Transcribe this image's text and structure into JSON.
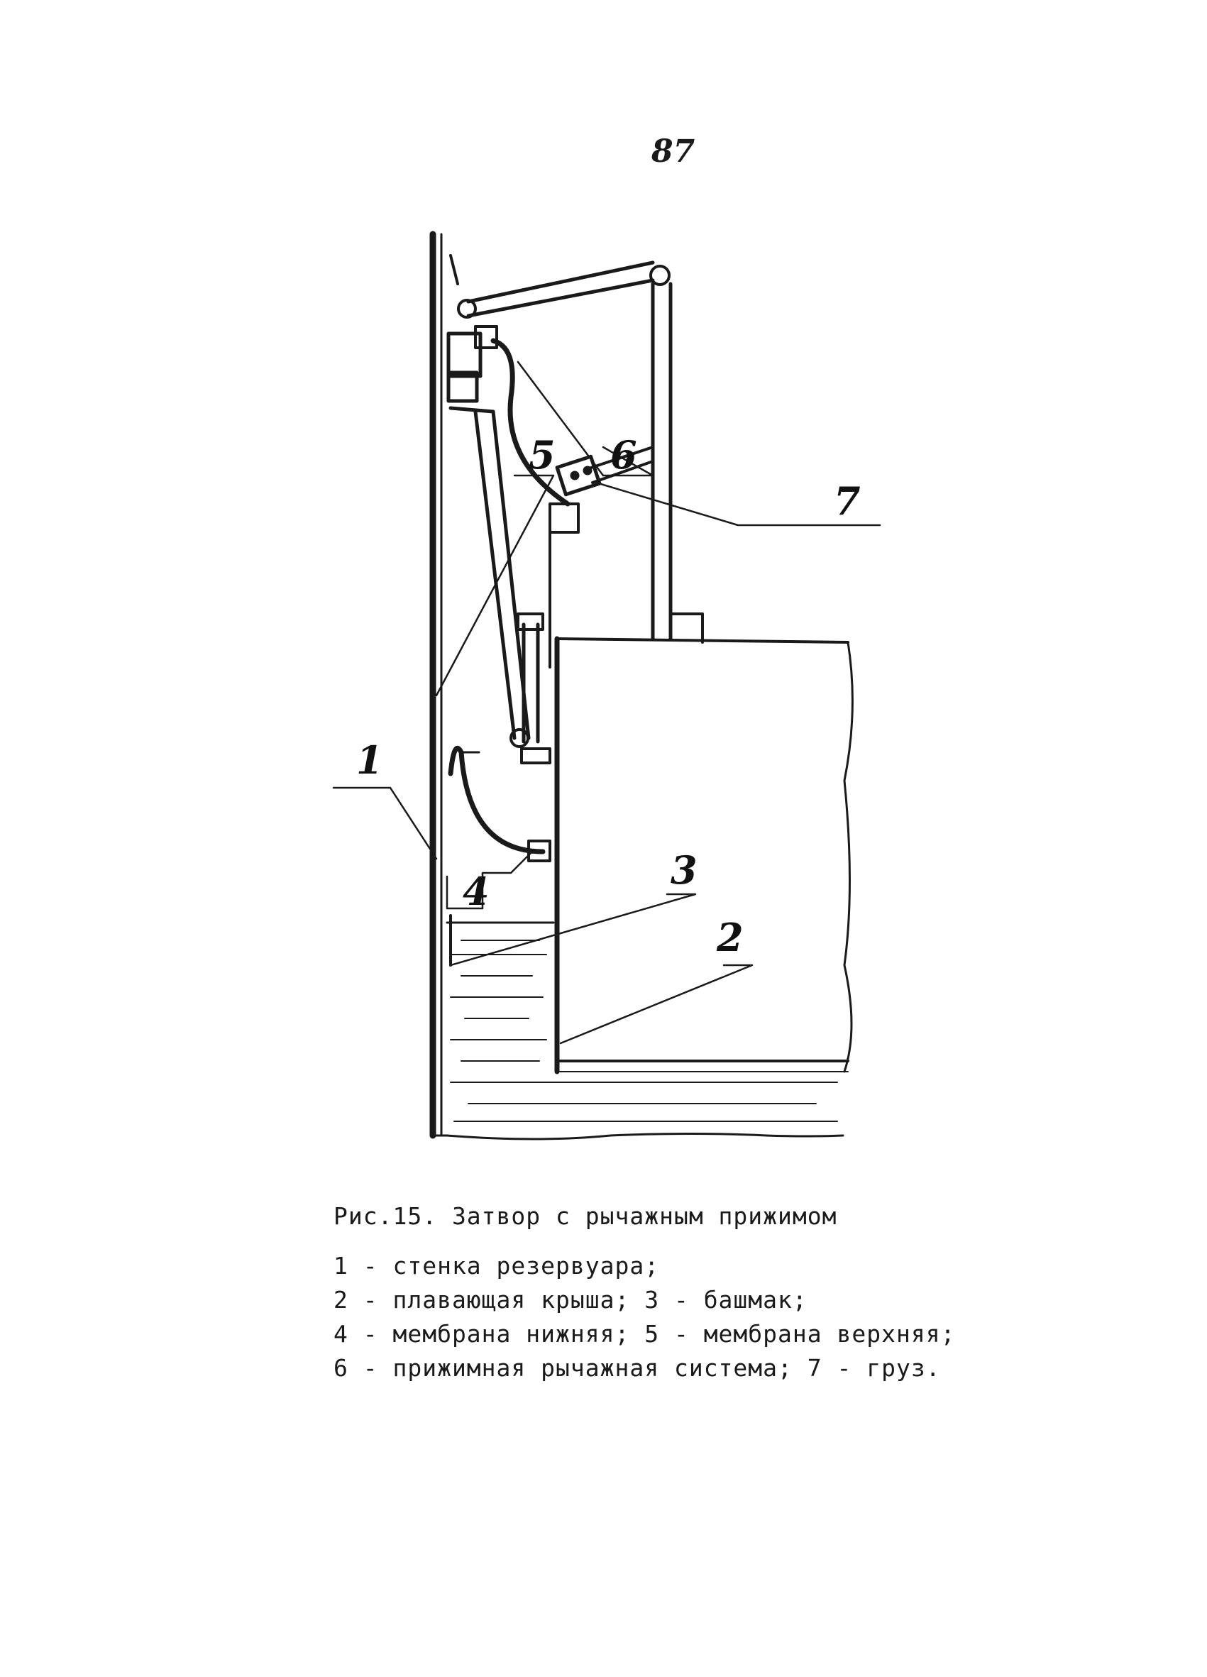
{
  "page_number": "87",
  "figure": {
    "callouts": [
      "1",
      "2",
      "3",
      "4",
      "5",
      "6",
      "7"
    ]
  },
  "caption": {
    "title": "Рис.15. Затвор с рычажным прижимом",
    "lines": [
      "1 - стенка резервуара;",
      "2 - плавающая крыша; 3 - башмак;",
      "4 - мембрана нижняя; 5 - мембрана верхняя;",
      "6 - прижимная рычажная система; 7 - груз."
    ]
  }
}
